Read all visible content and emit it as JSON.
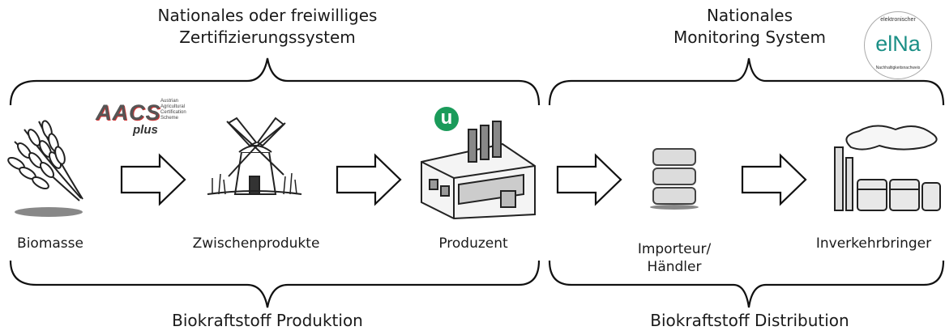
{
  "top_left_title": {
    "line1": "Nationales oder freiwilliges",
    "line2": "Zertifizierungssystem"
  },
  "top_right_title": {
    "line1": "Nationales",
    "line2": "Monitoring System"
  },
  "bottom_left_title": "Biokraftstoff Produktion",
  "bottom_right_title": "Biokraftstoff Distribution",
  "stages": {
    "biomasse": "Biomasse",
    "zwischenprodukte": "Zwischenprodukte",
    "produzent": "Produzent",
    "importeur_line1": "Importeur/",
    "importeur_line2": "Händler",
    "inverkehrbringer": "Inverkehrbringer"
  },
  "logos": {
    "aacs": {
      "main": "AACS",
      "sub": "plus",
      "lines": [
        "Austrian",
        "Agricultural",
        "Certification",
        "Scheme"
      ]
    },
    "u_logo": {
      "letter": "u",
      "color": "#1a9b5a"
    },
    "elna": {
      "main": "elNa",
      "ring_top": "elektronischer",
      "ring_bottom": "Nachhaltigkeitsnachweis",
      "color": "#1b8f86"
    }
  }
}
